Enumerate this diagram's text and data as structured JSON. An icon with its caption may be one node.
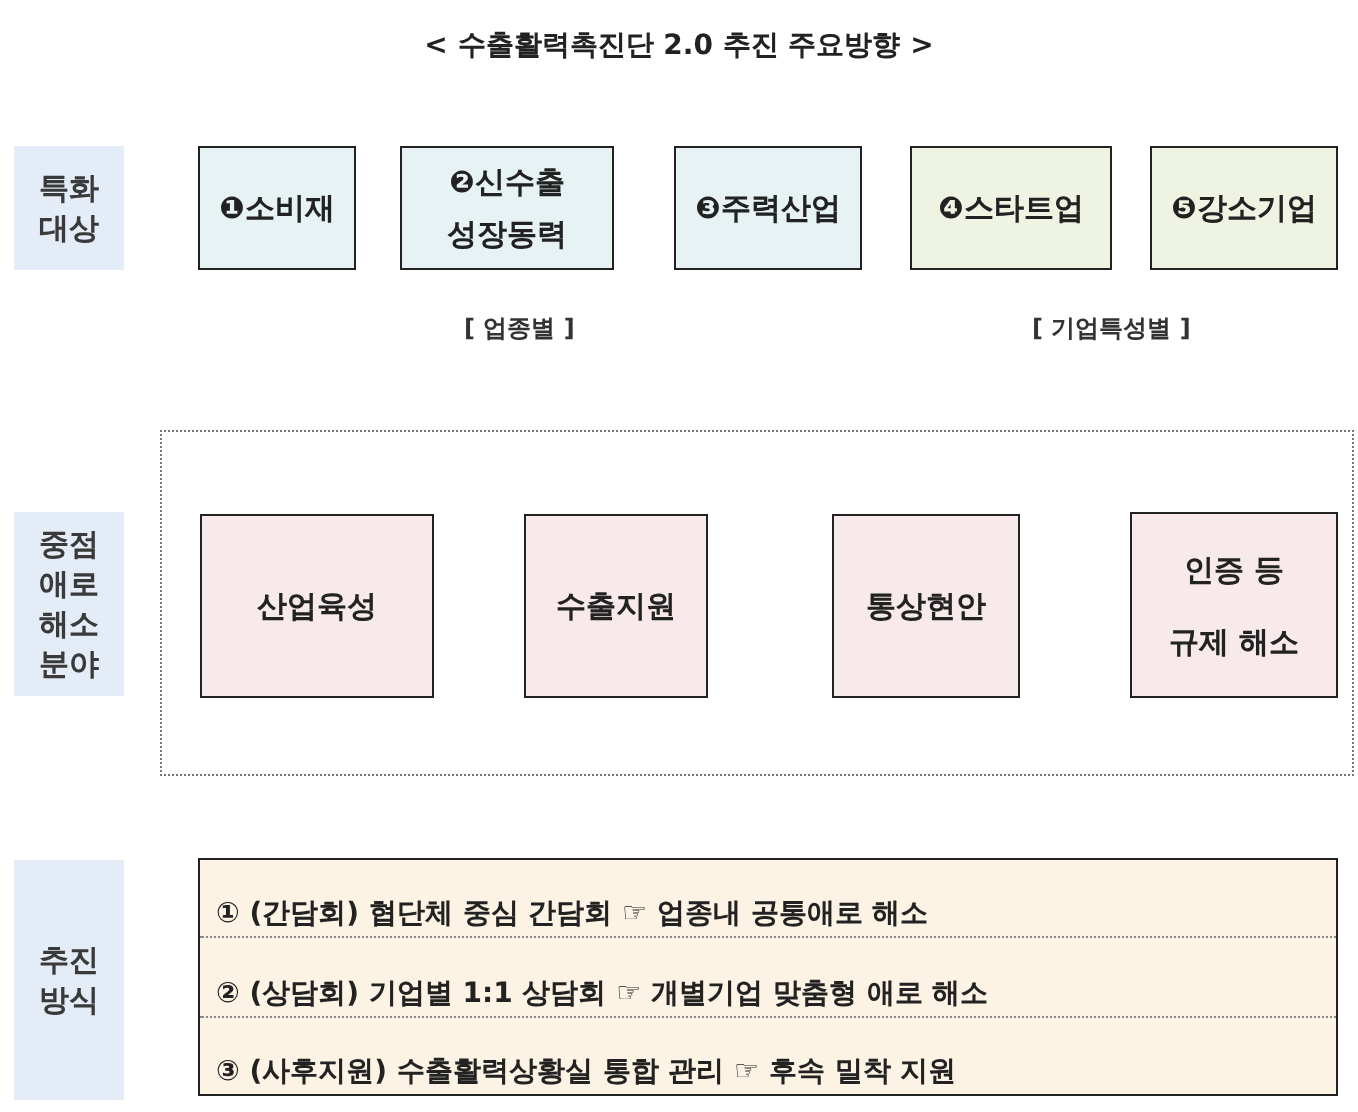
{
  "diagram": {
    "title": "< 수출활력촉진단 2.0 추진 주요방향 >",
    "nodes": [
      {
        "text": [
          "특화 대상"
        ]
      },
      {
        "text": [
          "❶소비재"
        ]
      },
      {
        "text": [
          "❷신수출 성장동력"
        ]
      },
      {
        "text": [
          "❸주력산업"
        ]
      },
      {
        "text": [
          "❹스타트업"
        ]
      },
      {
        "text": [
          "❺강소기업"
        ]
      },
      {
        "text": [
          "중점 애로 해소 분야"
        ]
      },
      {
        "text": [],
        "shape": "box"
      },
      {
        "text": [
          "산업육성"
        ],
        "in": 7
      },
      {
        "text": [
          "수출지원"
        ],
        "in": 7
      },
      {
        "text": [
          "통상현안"
        ],
        "in": 7
      },
      {
        "text": [
          "인증 등 규제 해소"
        ],
        "in": 7
      },
      {
        "text": [
          "추진 방식"
        ]
      },
      {
        "text": [
          "① (간담회) 협단체 중심 간담회 ☞ 업종내 공통애로 해소",
          "② (상담회) 기업별 1:1 상담회 ☞ 개별기업 맞춤형 애로 해소",
          "③ (사후지원) 수출활력상황실 통합 관리 ☞ 후속 밀착 지원"
        ]
      }
    ],
    "labels": [
      "[ 업종별 ]",
      "[ 기업특성별 ]"
    ]
  }
}
